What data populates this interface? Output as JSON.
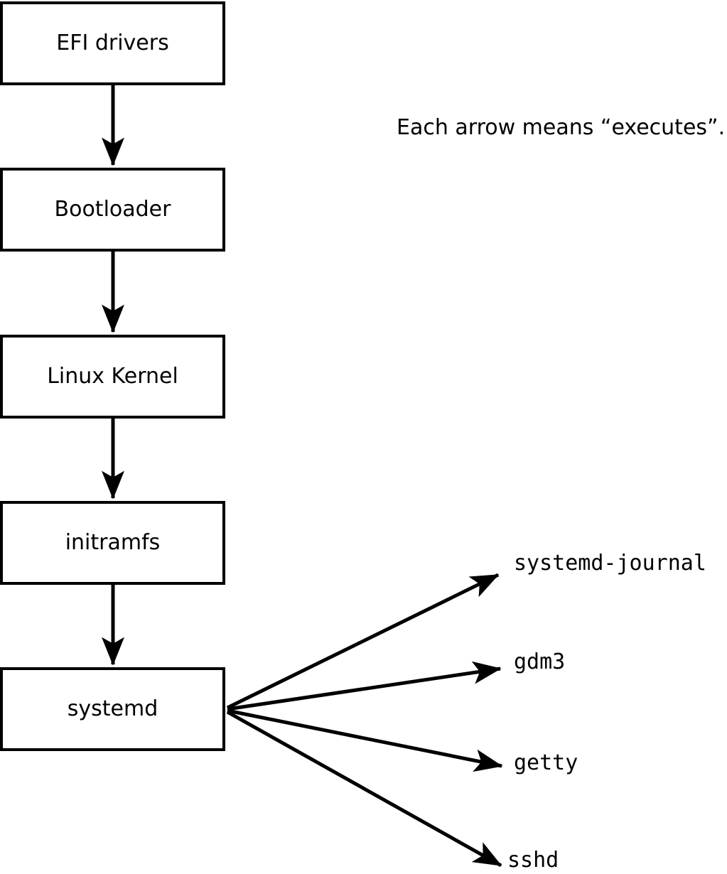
{
  "diagram": {
    "background_color": "#ffffff",
    "line_color": "#000000",
    "caption": "Each arrow means “executes”.",
    "arrow_meaning": "executes",
    "boot_chain": [
      {
        "label": "EFI drivers"
      },
      {
        "label": "Bootloader"
      },
      {
        "label": "Linux Kernel"
      },
      {
        "label": "initramfs"
      },
      {
        "label": "systemd"
      }
    ],
    "spawned_processes": [
      {
        "label": "systemd-journal"
      },
      {
        "label": "gdm3"
      },
      {
        "label": "getty"
      },
      {
        "label": "sshd"
      }
    ]
  }
}
